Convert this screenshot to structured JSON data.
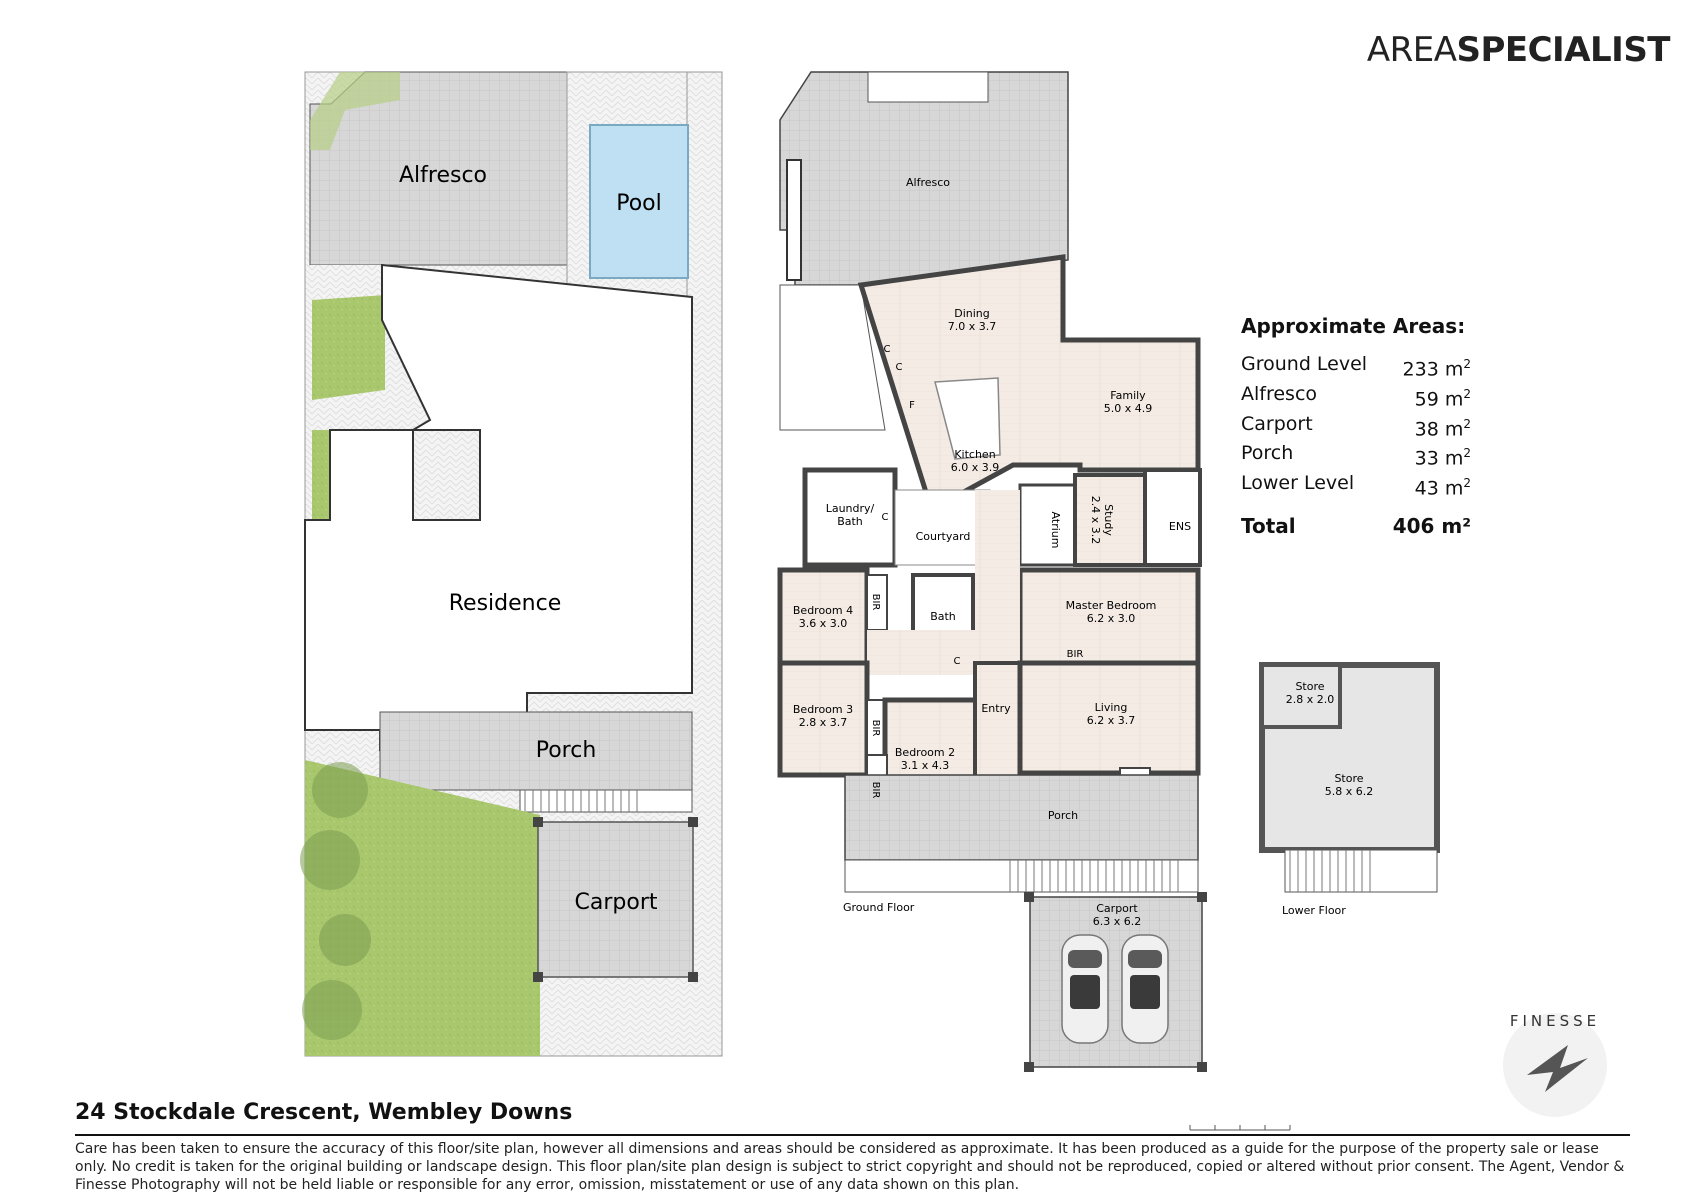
{
  "brand": {
    "thin": "AREA",
    "bold": "SPECIALIST"
  },
  "site_plan": {
    "alfresco": "Alfresco",
    "pool": "Pool",
    "residence": "Residence",
    "porch": "Porch",
    "carport": "Carport"
  },
  "ground_floor": {
    "caption": "Ground Floor",
    "alfresco": "Alfresco",
    "dining": {
      "name": "Dining",
      "dims": "7.0 x 3.7"
    },
    "family": {
      "name": "Family",
      "dims": "5.0 x 4.9"
    },
    "kitchen": {
      "name": "Kitchen",
      "dims": "6.0 x 3.9"
    },
    "laundry": {
      "name_1": "Laundry/",
      "name_2": "Bath"
    },
    "courtyard": "Courtyard",
    "atrium": "Atrium",
    "study": {
      "name": "Study",
      "dims": "2.4 x 3.2"
    },
    "ens": "ENS",
    "bedroom4": {
      "name": "Bedroom 4",
      "dims": "3.6 x 3.0"
    },
    "bath": "Bath",
    "master": {
      "name": "Master Bedroom",
      "dims": "6.2 x 3.0"
    },
    "bedroom3": {
      "name": "Bedroom 3",
      "dims": "2.8 x 3.7"
    },
    "bedroom2": {
      "name": "Bedroom 2",
      "dims": "3.1 x 4.3"
    },
    "entry": "Entry",
    "living": {
      "name": "Living",
      "dims": "6.2 x 3.7"
    },
    "porch": "Porch",
    "carport": {
      "name": "Carport",
      "dims": "6.3 x 6.2"
    },
    "bir": "BIR",
    "c": "C",
    "f": "F"
  },
  "lower_floor": {
    "caption": "Lower Floor",
    "store_small": {
      "name": "Store",
      "dims": "2.8 x 2.0"
    },
    "store_large": {
      "name": "Store",
      "dims": "5.8 x 6.2"
    }
  },
  "areas": {
    "heading": "Approximate Areas:",
    "unit": "m",
    "unit_sup": "2",
    "rows": [
      {
        "label": "Ground Level",
        "value": "233"
      },
      {
        "label": "Alfresco",
        "value": "59"
      },
      {
        "label": "Carport",
        "value": "38"
      },
      {
        "label": "Porch",
        "value": "33"
      },
      {
        "label": "Lower Level",
        "value": "43"
      }
    ],
    "total_label": "Total",
    "total_value": "406 m²"
  },
  "address": "24 Stockdale Crescent, Wembley Downs",
  "disclaimer": "Care has been taken to ensure the accuracy of this floor/site plan, however all dimensions and areas should be considered as approximate. It has been produced as a guide for the purpose of the property sale or lease only. No credit is taken for the original building or landscape design. This floor plan/site plan design is subject to strict copyright and should not be reproduced, copied or altered without prior consent. The Agent, Vendor & Finesse Photography will not be held liable or responsible for any error, omission, misstatement or use of any data shown on this plan.",
  "finesse": "FINESSE",
  "colors": {
    "wall": "#4a4a4a",
    "paving": "#d9d9d9",
    "floor": "#f3e9e3",
    "grass": "#a8c66c",
    "pool": "#bfe0f2",
    "store": "#e6e6e6"
  }
}
